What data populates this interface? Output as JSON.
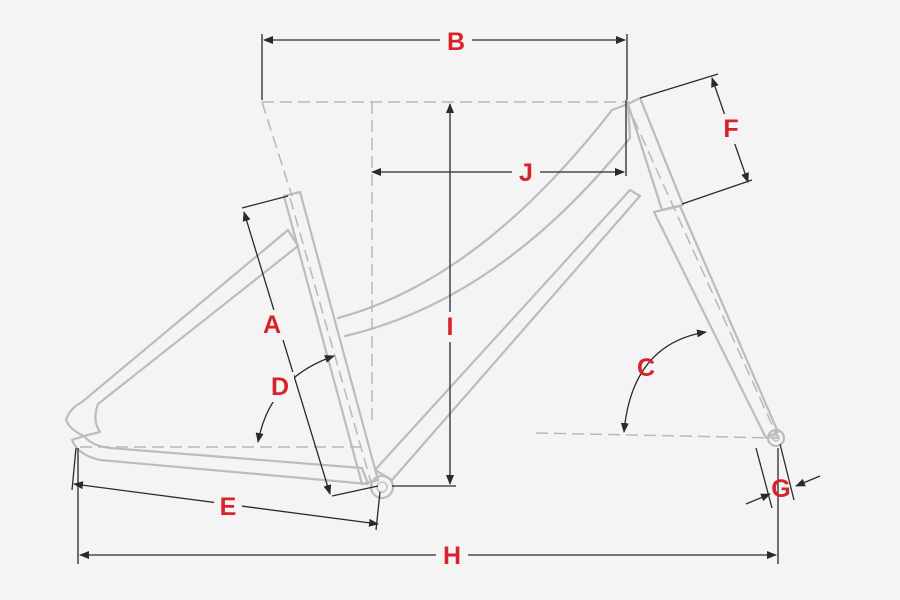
{
  "diagram": {
    "colors": {
      "background": "#f4f4f4",
      "frame": "#bcbcbc",
      "dimension": "#2a2a2a",
      "label": "#d8232a"
    },
    "labels": {
      "A": "A",
      "B": "B",
      "C": "C",
      "D": "D",
      "E": "E",
      "F": "F",
      "G": "G",
      "H": "H",
      "I": "I",
      "J": "J"
    }
  }
}
